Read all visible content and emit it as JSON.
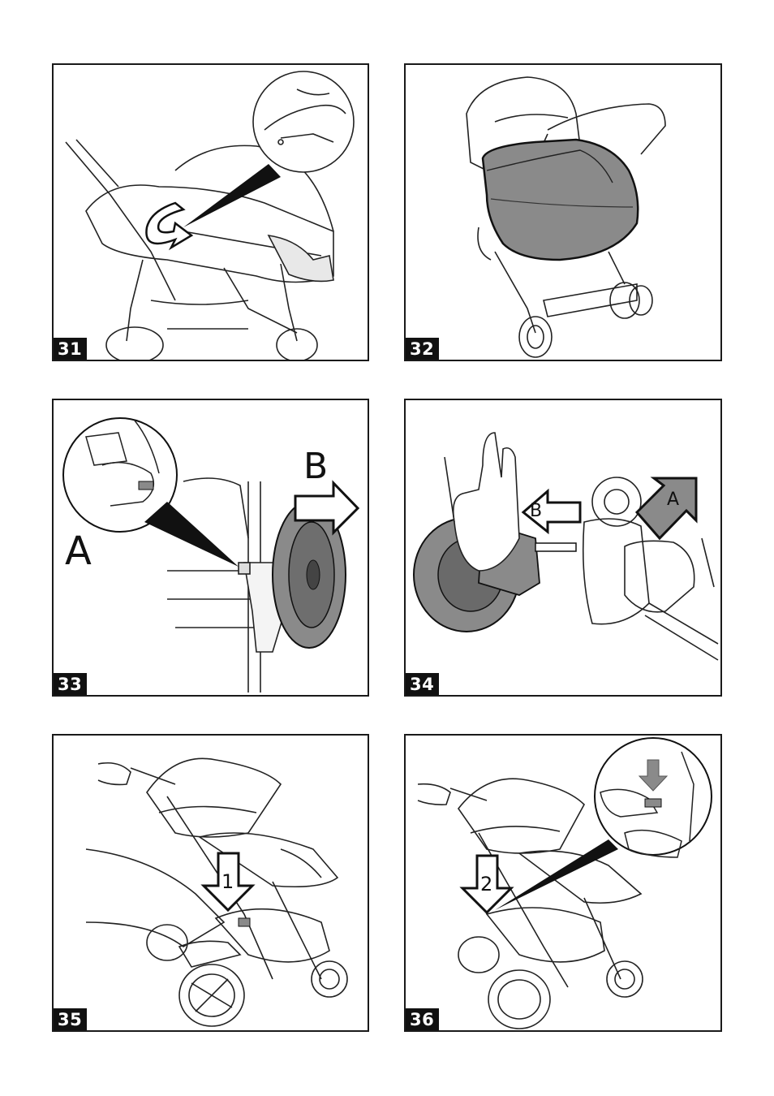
{
  "panels": [
    {
      "number": "31",
      "description_icon": "stroller-with-carrycot-rotate-icon"
    },
    {
      "number": "32",
      "description_icon": "stroller-with-carrycot-icon"
    },
    {
      "number": "33",
      "description_icon": "wheel-removal-icon",
      "label_a": "A",
      "label_b": "B"
    },
    {
      "number": "34",
      "description_icon": "wheel-fit-icon",
      "label_a": "A",
      "label_b": "B"
    },
    {
      "number": "35",
      "description_icon": "fold-step-1-icon",
      "step": "1"
    },
    {
      "number": "36",
      "description_icon": "fold-step-2-icon",
      "step": "2"
    }
  ],
  "colors": {
    "border": "#1a1a1a",
    "badge_bg": "#111111",
    "shade": "#8a8a8a",
    "dark_shade": "#555555"
  }
}
